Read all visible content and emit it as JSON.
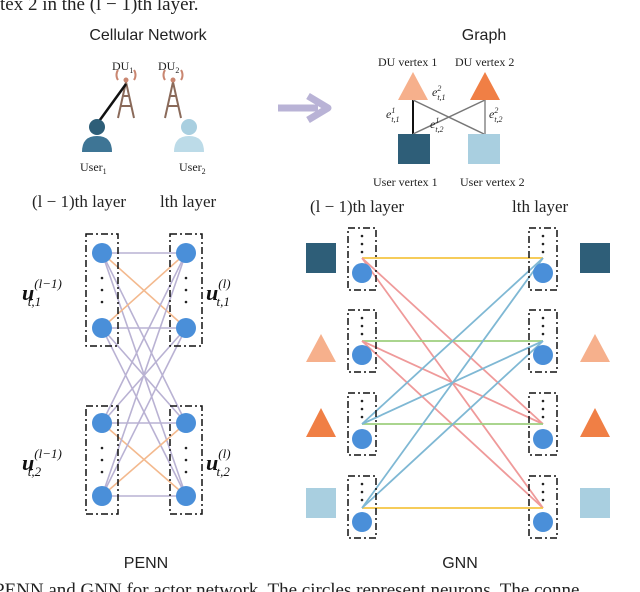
{
  "top_caption": "tex 2 in the (l − 1)th layer.",
  "cellular": {
    "title": "Cellular Network",
    "du1": "DU",
    "du1_sub": "1",
    "du2": "DU",
    "du2_sub": "2",
    "user1": "User",
    "user1_sub": "1",
    "user2": "User",
    "user2_sub": "2"
  },
  "graph": {
    "title": "Graph",
    "du_vertex_1": "DU vertex 1",
    "du_vertex_2": "DU vertex 2",
    "user_vertex_1": "User vertex 1",
    "user_vertex_2": "User vertex 2",
    "edge_e": "e",
    "e21_sup": "2",
    "e21_sub": "t,1",
    "e11_sup": "1",
    "e11_sub": "t,1",
    "e12_sup": "1",
    "e12_sub": "t,2",
    "e22_sup": "2",
    "e22_sub": "t,2"
  },
  "penn": {
    "prev_layer": "(l − 1)th layer",
    "cur_layer": "lth layer",
    "u": "u",
    "u_t1_prev_sub": "t,1",
    "u_t1_prev_sup": "(l−1)",
    "u_t1_cur_sub": "t,1",
    "u_t1_cur_sup": "(l)",
    "u_t2_prev_sub": "t,2",
    "u_t2_prev_sup": "(l−1)",
    "u_t2_cur_sub": "t,2",
    "u_t2_cur_sup": "(l)",
    "label": "PENN"
  },
  "gnn": {
    "prev_layer": "(l − 1)th layer",
    "cur_layer": "lth layer",
    "label": "GNN"
  },
  "bottom_caption": "PENN and GNN for actor network. The circles represent neurons. The conne",
  "colors": {
    "neuron": "#4a8fd9",
    "dark_square": "#2e5e78",
    "light_square": "#a9cfe0",
    "light_triangle": "#f6b08c",
    "dark_triangle": "#f07f45",
    "penn_purple": "#b9b2d3",
    "penn_orange": "#f3b98e",
    "gnn_yellow": "#f5c542",
    "gnn_pink": "#ef9a9a",
    "gnn_blue": "#7fb8d4",
    "gnn_green": "#9ecf7e",
    "arrow": "#b9b3d6"
  }
}
